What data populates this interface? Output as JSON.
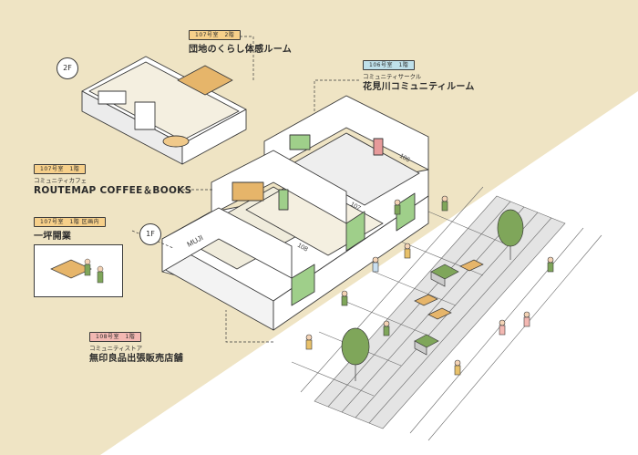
{
  "labels": {
    "room_2f": {
      "tag": "107号室　2階",
      "title": "団地のくらし体感ルーム"
    },
    "room_106": {
      "tag": "106号室　1階",
      "sub": "コミュニティサークル",
      "title": "花見川コミュニティルーム"
    },
    "room_107_cafe": {
      "tag": "107号室　1階",
      "sub": "コミュニティカフェ",
      "title": "ROUTEMAP COFFEE＆BOOKS"
    },
    "room_107_area": {
      "tag": "107号室　1階 区画内",
      "title": "一坪開業"
    },
    "room_108": {
      "tag": "108号室　1階",
      "sub": "コミュニティストア",
      "title": "無印良品出張販売店舗"
    }
  },
  "floor_badges": {
    "upper": "2F",
    "lower": "1F"
  },
  "building_text": {
    "brand": "MUJI",
    "room_106": "106",
    "room_107": "107",
    "room_108": "108"
  },
  "colors": {
    "background": "#efe4c4",
    "ground": "#ffffff",
    "green": "#7fa65a",
    "tag_orange": "#f7d08a",
    "tag_blue": "#bfe0ea",
    "tag_pink": "#f3b8b2"
  }
}
